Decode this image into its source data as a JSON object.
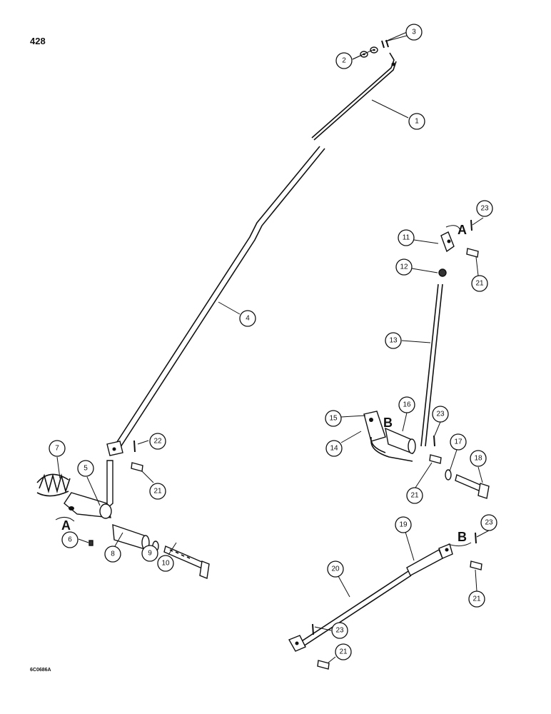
{
  "page": {
    "number": "428",
    "figure_code": "6C0686A"
  },
  "callouts": {
    "c1": "1",
    "c2": "2",
    "c3": "3",
    "c4": "4",
    "c5": "5",
    "c6": "6",
    "c7": "7",
    "c8": "8",
    "c9": "9",
    "c10": "10",
    "c11": "11",
    "c12": "12",
    "c13": "13",
    "c14": "14",
    "c15": "15",
    "c16": "16",
    "c17": "17",
    "c18": "18",
    "c19": "19",
    "c20": "20",
    "c21a": "21",
    "c21b": "21",
    "c21c": "21",
    "c21d": "21",
    "c21e": "21",
    "c22": "22",
    "c23a": "23",
    "c23b": "23",
    "c23c": "23",
    "c23d": "23"
  },
  "references": {
    "a_upper": "A",
    "a_lower": "A",
    "b_mid": "B",
    "b_lower": "B"
  }
}
